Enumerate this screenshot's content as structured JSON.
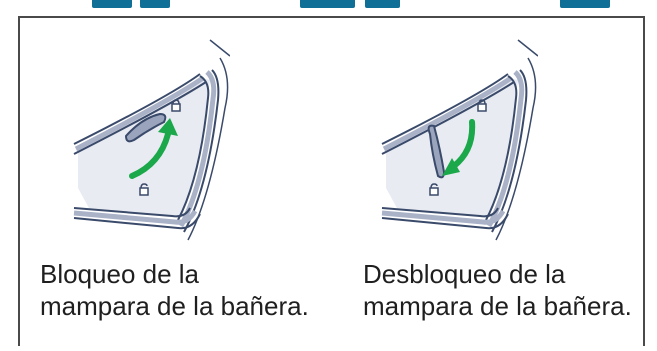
{
  "captions": {
    "lock": {
      "line1": "Bloqueo de la",
      "line2": "mampara de la bañera."
    },
    "unlock": {
      "line1": "Desbloqueo de la",
      "line2": "mampara de la bañera."
    }
  },
  "icons": {
    "lock_illustration": "shower-screen-lock-icon",
    "unlock_illustration": "shower-screen-unlock-icon",
    "arrow": "green-curved-arrow-icon",
    "padlock_closed": "padlock-closed-icon",
    "padlock_open": "padlock-open-icon"
  },
  "colors": {
    "title_bar": "#0f6f97",
    "frame_fill": "#e8ebf2",
    "frame_stroke": "#3a4a6a",
    "arrow": "#1aa84a",
    "text": "#1f1f1f",
    "border": "#4a4a4a"
  }
}
